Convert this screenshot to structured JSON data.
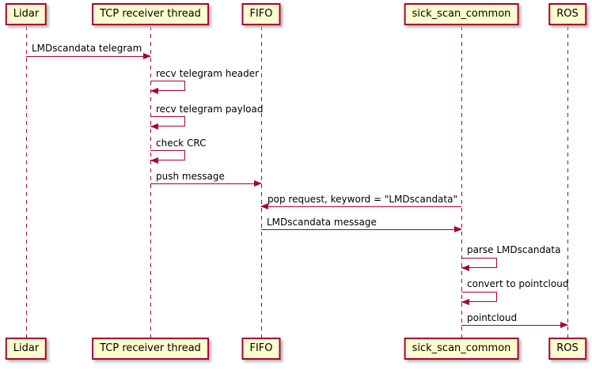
{
  "diagram": {
    "type": "sequence-diagram",
    "colors": {
      "participant_fill": "#FEFECE",
      "participant_border": "#A80036",
      "lifeline": "#A80036",
      "arrow": "#A80036",
      "text": "#000000",
      "background": "#FFFFFF"
    },
    "participants": [
      {
        "name": "Lidar"
      },
      {
        "name": "TCP receiver thread"
      },
      {
        "name": "FIFO"
      },
      {
        "name": "sick_scan_common"
      },
      {
        "name": "ROS"
      }
    ],
    "messages": [
      {
        "from": "Lidar",
        "to": "TCP receiver thread",
        "kind": "arrow",
        "label": "LMDscandata telegram"
      },
      {
        "from": "TCP receiver thread",
        "to": "TCP receiver thread",
        "kind": "self",
        "label": "recv telegram header"
      },
      {
        "from": "TCP receiver thread",
        "to": "TCP receiver thread",
        "kind": "self",
        "label": "recv telegram payload"
      },
      {
        "from": "TCP receiver thread",
        "to": "TCP receiver thread",
        "kind": "self",
        "label": "check CRC"
      },
      {
        "from": "TCP receiver thread",
        "to": "FIFO",
        "kind": "arrow",
        "label": "push message"
      },
      {
        "from": "sick_scan_common",
        "to": "FIFO",
        "kind": "arrow",
        "label": "pop request, keyword = \"LMDscandata\""
      },
      {
        "from": "FIFO",
        "to": "sick_scan_common",
        "kind": "arrow",
        "label": "LMDscandata message"
      },
      {
        "from": "sick_scan_common",
        "to": "sick_scan_common",
        "kind": "self",
        "label": "parse LMDscandata"
      },
      {
        "from": "sick_scan_common",
        "to": "sick_scan_common",
        "kind": "self",
        "label": "convert to pointcloud"
      },
      {
        "from": "sick_scan_common",
        "to": "ROS",
        "kind": "arrow",
        "label": "pointcloud"
      }
    ]
  }
}
